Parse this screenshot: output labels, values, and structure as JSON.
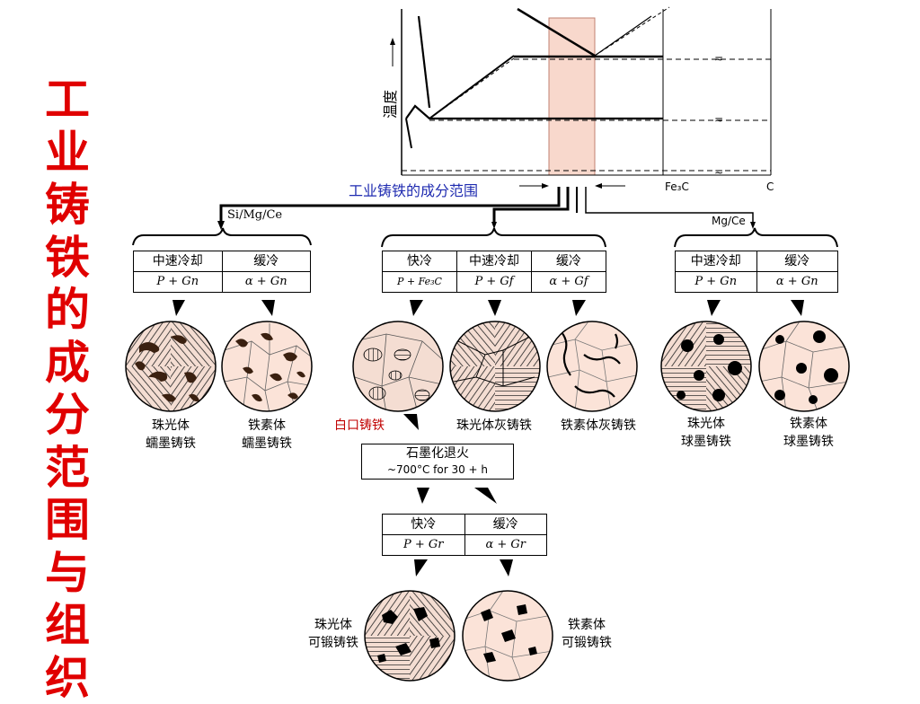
{
  "title": "工业铸铁的成分范围与组织",
  "phase_diagram": {
    "y_axis_label": "温度",
    "range_label": "工业铸铁的成分范围",
    "x_labels": [
      "Fe₃C",
      "C"
    ],
    "break_mark": "≂"
  },
  "branches": {
    "left_label": "Si/Mg/Ce",
    "right_label": "Mg/Ce"
  },
  "tables": {
    "vermicular": {
      "headers": [
        "中速冷却",
        "缓冷"
      ],
      "formulas": [
        "P + Gn",
        "α + Gn"
      ]
    },
    "gray": {
      "headers": [
        "快冷",
        "中速冷却",
        "缓冷"
      ],
      "formulas": [
        "P + Fe₃C",
        "P + Gf",
        "α + Gf"
      ]
    },
    "nodular": {
      "headers": [
        "中速冷却",
        "缓冷"
      ],
      "formulas": [
        "P + Gn",
        "α + Gn"
      ]
    },
    "malleable": {
      "headers": [
        "快冷",
        "缓冷"
      ],
      "formulas": [
        "P + Gr",
        "α + Gr"
      ]
    }
  },
  "captions": {
    "pearlite_vermicular": [
      "珠光体",
      "蠕墨铸铁"
    ],
    "ferrite_vermicular": [
      "铁素体",
      "蠕墨铸铁"
    ],
    "white_iron": "白口铸铁",
    "pearlite_gray": "珠光体灰铸铁",
    "ferrite_gray": "铁素体灰铸铁",
    "pearlite_nodular": [
      "珠光体",
      "球墨铸铁"
    ],
    "ferrite_nodular": [
      "铁素体",
      "球墨铸铁"
    ],
    "pearlite_malleable": [
      "珠光体",
      "可锻铸铁"
    ],
    "ferrite_malleable": [
      "铁素体",
      "可锻铸铁"
    ]
  },
  "anneal": {
    "title": "石墨化退火",
    "condition": "~700°C for 30 + h"
  },
  "colors": {
    "title": "#e00000",
    "range_band": "#f8d8cc",
    "range_label": "#1f2bb0",
    "white_iron_label": "#c00000",
    "micro_ferrite_bg": "#fbe3d8"
  }
}
